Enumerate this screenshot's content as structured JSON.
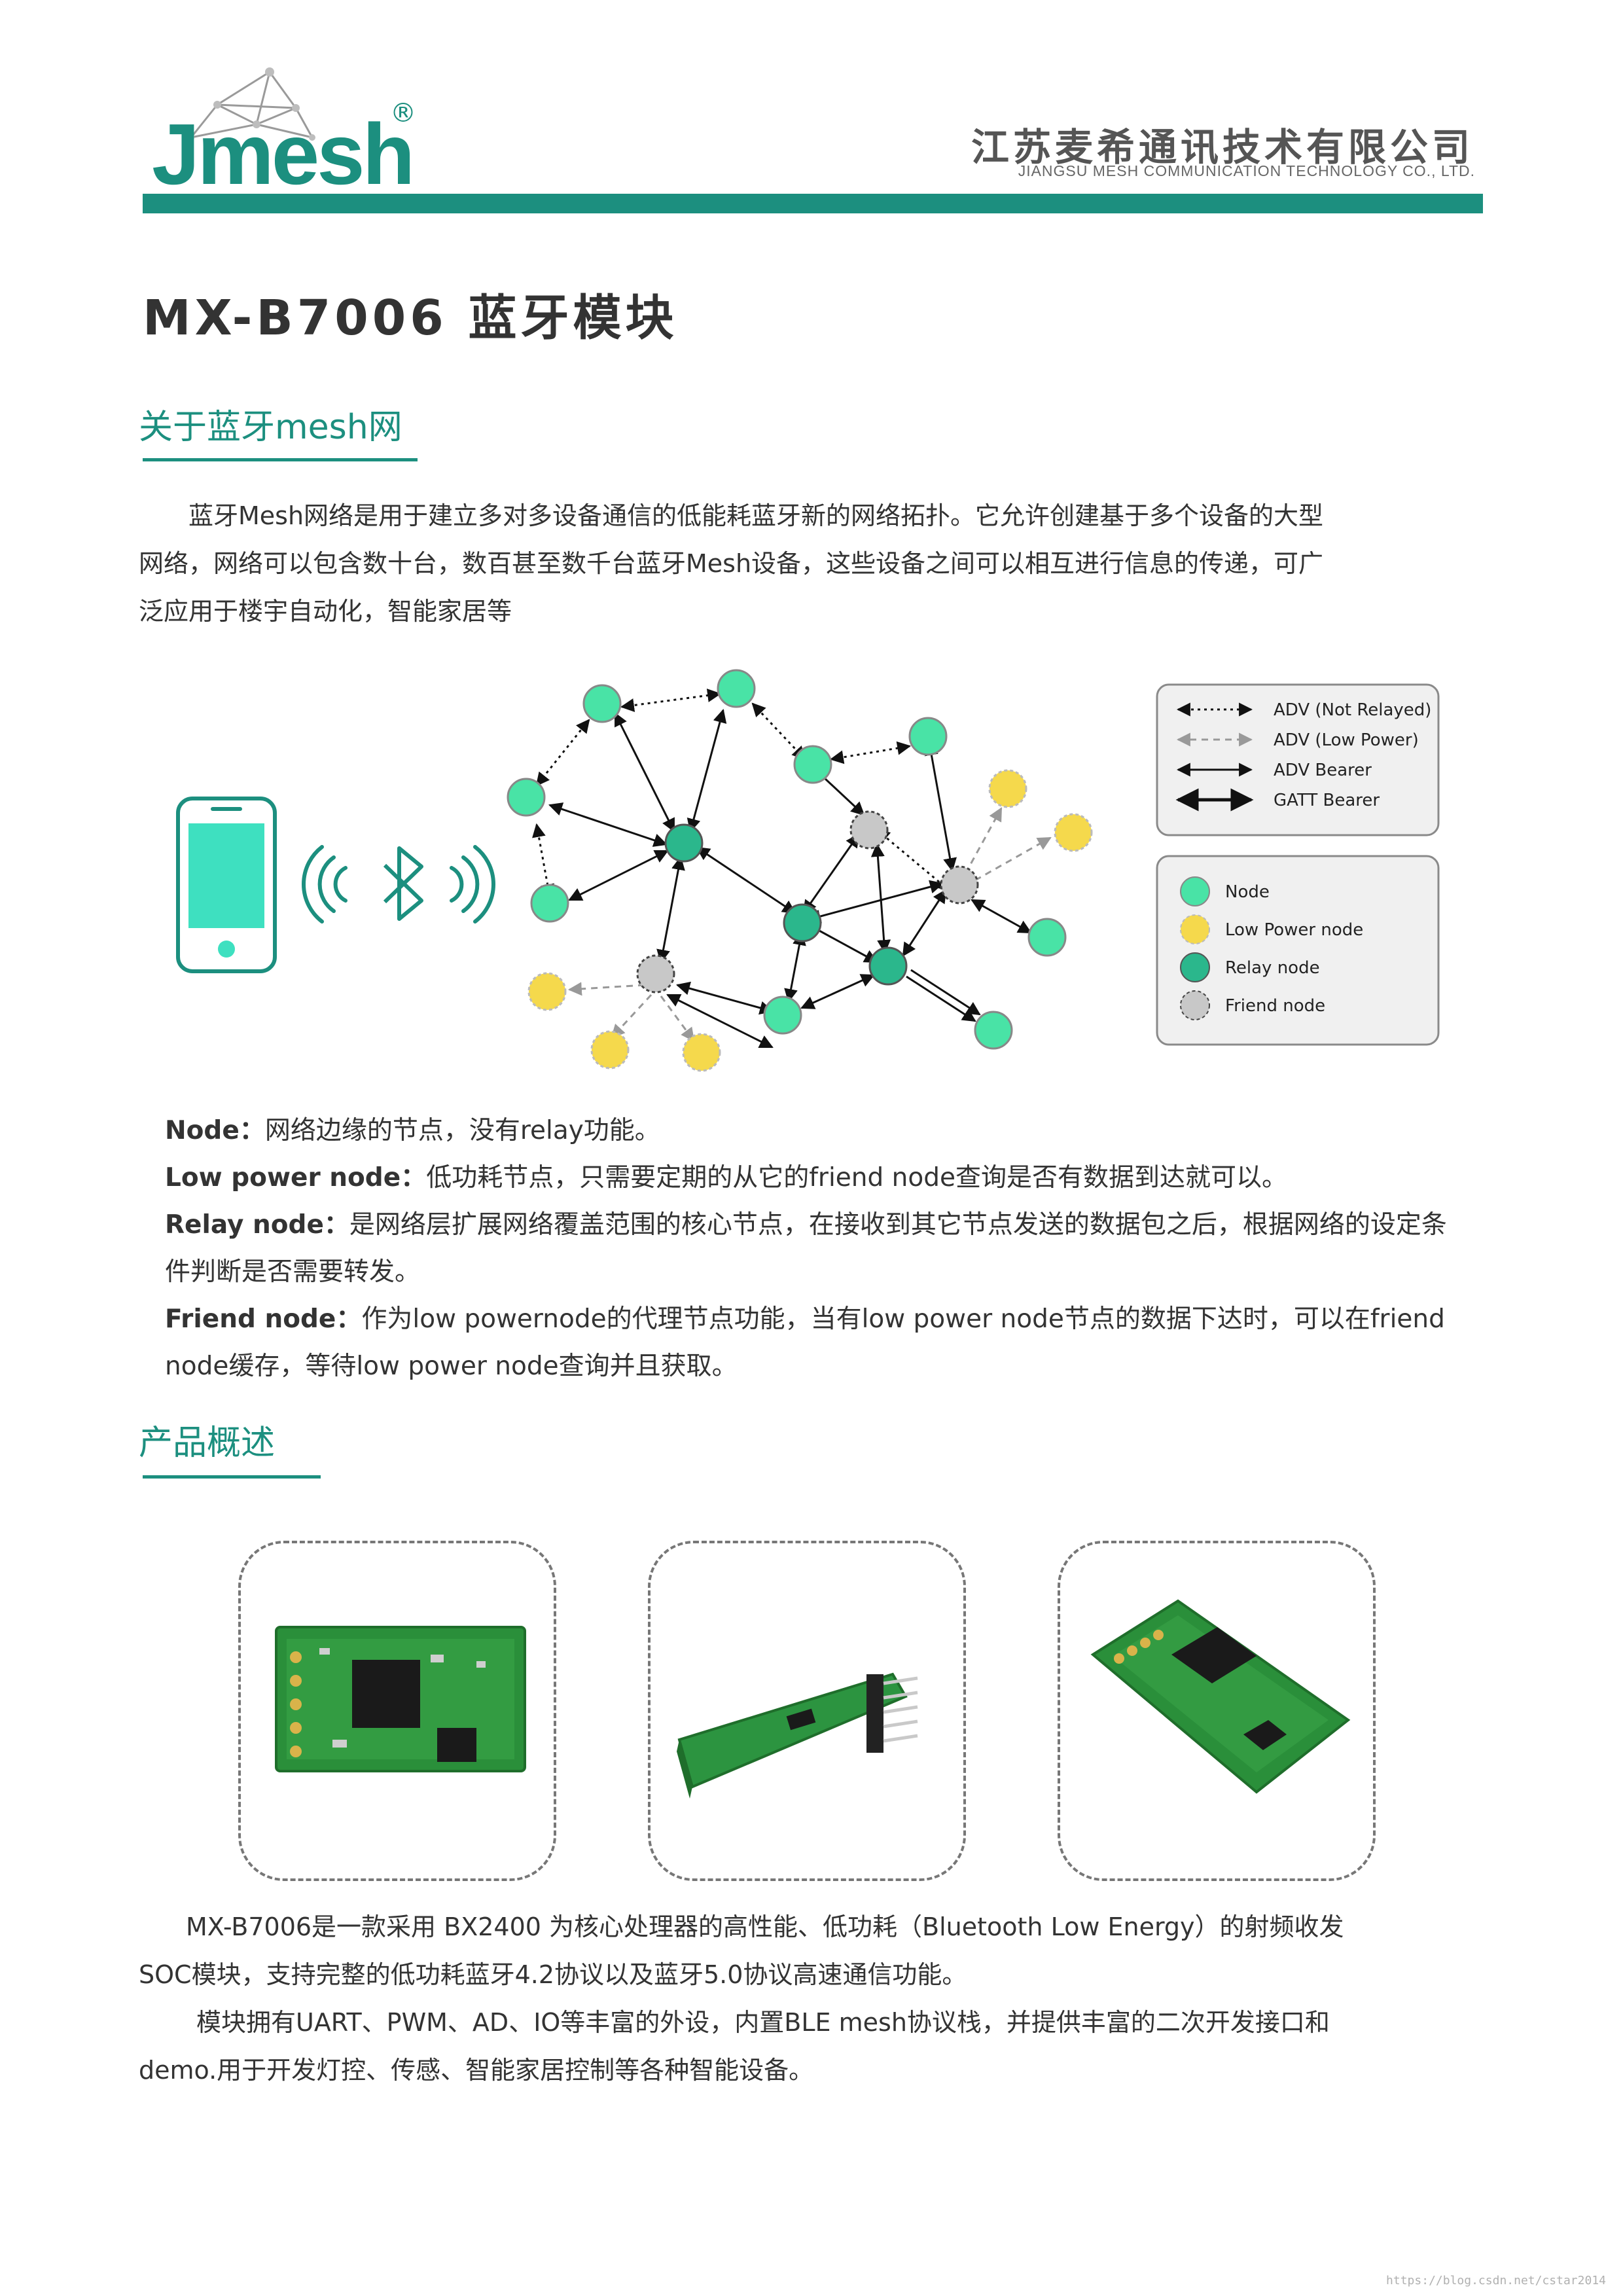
{
  "header": {
    "logo_text": "Jmesh",
    "logo_mark": "®",
    "company_cn": "江苏麦希通讯技术有限公司",
    "company_en": "JIANGSU MESH COMMUNICATION TECHNOLOGY CO., LTD.",
    "brand_color": "#1c8f7f"
  },
  "title": "MX-B7006 蓝牙模块",
  "section_mesh": {
    "heading": "关于蓝牙mesh网",
    "paragraph": [
      "蓝牙Mesh网络是用于建立多对多设备通信的低能耗蓝牙新的网络拓扑。它允许创建基于多个设备的大型",
      "网络，网络可以包含数十台，数百甚至数千台蓝牙Mesh设备，这些设备之间可以相互进行信息的传递，可广",
      "泛应用于楼宇自动化，智能家居等"
    ]
  },
  "diagram": {
    "icons": [
      "smartphone-icon",
      "bluetooth-icon",
      "wireless-signal-icon"
    ],
    "legend_lines": [
      "ADV (Not Relayed)",
      "ADV (Low Power)",
      "ADV Bearer",
      "GATT Bearer"
    ],
    "legend_nodes": [
      "Node",
      "Low Power node",
      "Relay node",
      "Friend node"
    ],
    "colors": {
      "node": "#49e3a6",
      "low_power": "#f5d94c",
      "relay": "#2bb78c",
      "friend": "#c8c8c8"
    }
  },
  "definitions": [
    {
      "term": "Node：",
      "text": "网络边缘的节点，没有relay功能。"
    },
    {
      "term": "Low power node：",
      "text": "低功耗节点，只需要定期的从它的friend node查询是否有数据到达就可以。"
    },
    {
      "term": "Relay node：",
      "text": "是网络层扩展网络覆盖范围的核心节点，在接收到其它节点发送的数据包之后，根据网络的设定条"
    },
    {
      "term": "",
      "text": "件判断是否需要转发。"
    },
    {
      "term": "Friend node：",
      "text": "作为low powernode的代理节点功能，当有low power node节点的数据下达时，可以在friend"
    },
    {
      "term": "",
      "text": "node缓存，等待low power node查询并且获取。"
    }
  ],
  "section_product": {
    "heading": "产品概述",
    "paragraphs": [
      "MX-B7006是一款采用 BX2400 为核心处理器的高性能、低功耗（Bluetooth Low Energy）的射频收发",
      "SOC模块，支持完整的低功耗蓝牙4.2协议以及蓝牙5.0协议高速通信功能。",
      "模块拥有UART、PWM、AD、IO等丰富的外设，内置BLE mesh协议栈，并提供丰富的二次开发接口和",
      "demo.用于开发灯控、传感、智能家居控制等各种智能设备。"
    ]
  },
  "watermark": "https://blog.csdn.net/cstar2014"
}
